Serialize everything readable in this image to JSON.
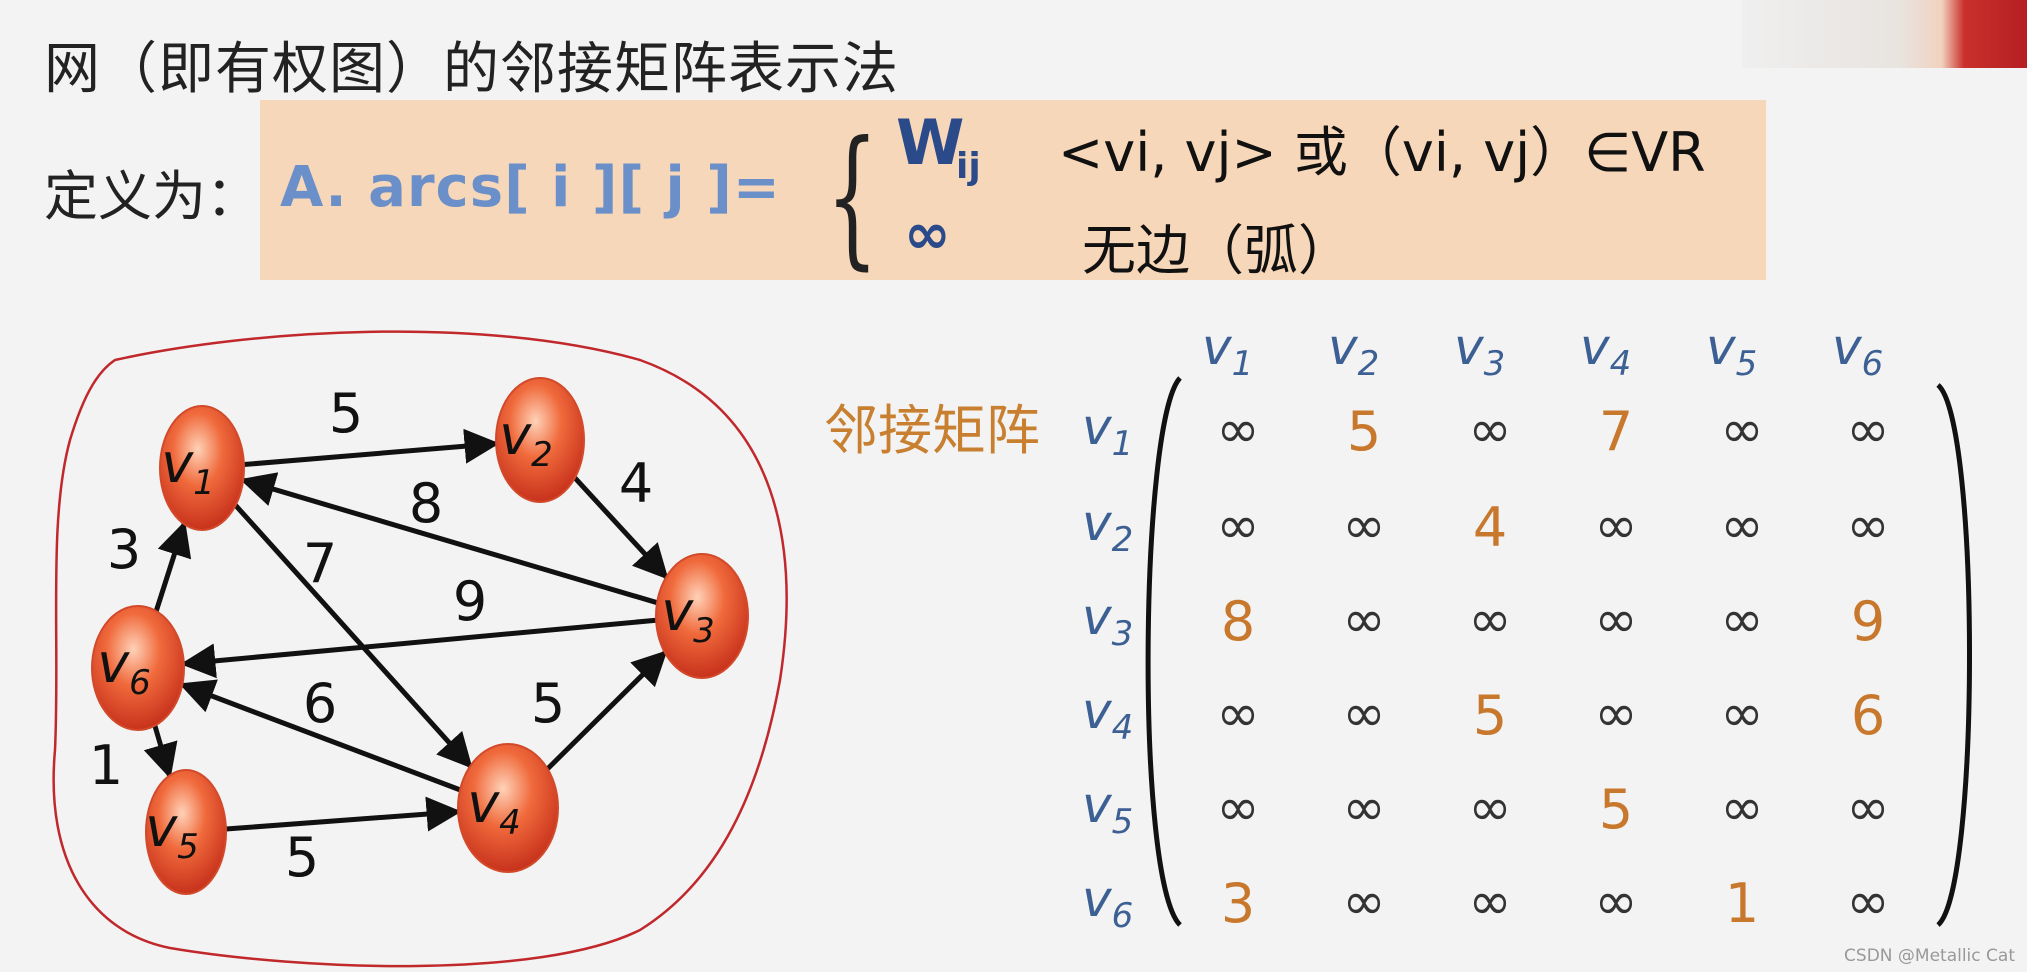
{
  "title": "网（即有权图）的邻接矩阵表示法",
  "definition": {
    "label": "定义为：",
    "lhs": "A. arcs[ i ][ j ]=",
    "case1_value": "W",
    "case1_sub": "ij",
    "case1_condition": "<vi, vj> 或（vi, vj）∈VR",
    "case2_value": "∞",
    "case2_condition": "无边（弧）"
  },
  "graph": {
    "nodes": [
      {
        "id": "v1",
        "label": "v",
        "sub": "1"
      },
      {
        "id": "v2",
        "label": "v",
        "sub": "2"
      },
      {
        "id": "v3",
        "label": "v",
        "sub": "3"
      },
      {
        "id": "v4",
        "label": "v",
        "sub": "4"
      },
      {
        "id": "v5",
        "label": "v",
        "sub": "5"
      },
      {
        "id": "v6",
        "label": "v",
        "sub": "6"
      }
    ],
    "edges": [
      {
        "from": "v1",
        "to": "v2",
        "weight": "5"
      },
      {
        "from": "v2",
        "to": "v3",
        "weight": "4"
      },
      {
        "from": "v3",
        "to": "v1",
        "weight": "8"
      },
      {
        "from": "v1",
        "to": "v4",
        "weight": "7"
      },
      {
        "from": "v3",
        "to": "v6",
        "weight": "9"
      },
      {
        "from": "v6",
        "to": "v1",
        "weight": "3"
      },
      {
        "from": "v4",
        "to": "v6",
        "weight": "6"
      },
      {
        "from": "v4",
        "to": "v3",
        "weight": "5"
      },
      {
        "from": "v6",
        "to": "v5",
        "weight": "1"
      },
      {
        "from": "v5",
        "to": "v4",
        "weight": "5"
      }
    ]
  },
  "matrix": {
    "label": "邻接矩阵",
    "headers": [
      "v1",
      "v2",
      "v3",
      "v4",
      "v5",
      "v6"
    ],
    "header_base": "v",
    "header_subs": [
      "1",
      "2",
      "3",
      "4",
      "5",
      "6"
    ],
    "rows": [
      [
        "∞",
        "5",
        "∞",
        "7",
        "∞",
        "∞"
      ],
      [
        "∞",
        "∞",
        "4",
        "∞",
        "∞",
        "∞"
      ],
      [
        "8",
        "∞",
        "∞",
        "∞",
        "∞",
        "9"
      ],
      [
        "∞",
        "∞",
        "5",
        "∞",
        "∞",
        "6"
      ],
      [
        "∞",
        "∞",
        "∞",
        "5",
        "∞",
        "∞"
      ],
      [
        "3",
        "∞",
        "∞",
        "∞",
        "1",
        "∞"
      ]
    ]
  },
  "colors": {
    "node_fill": "#e8502a",
    "matrix_number": "#c8782c",
    "header": "#3c5f94",
    "box": "#f7d7b9",
    "outline": "#c0282c"
  },
  "watermark": "CSDN @Metallic Cat"
}
